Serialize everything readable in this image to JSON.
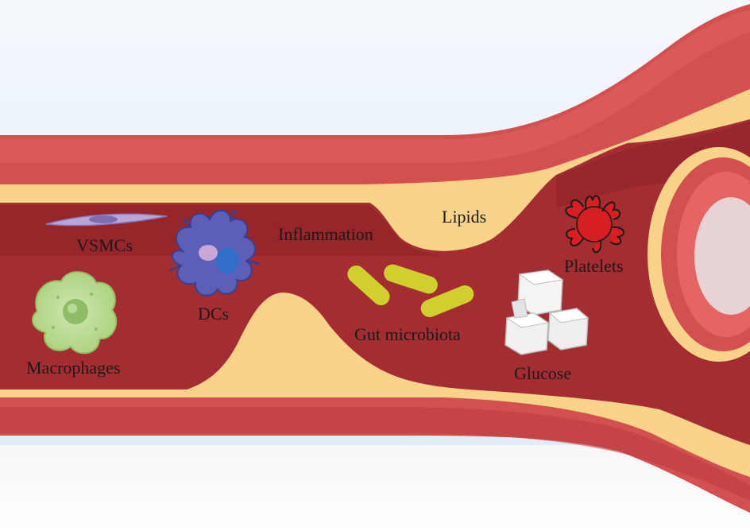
{
  "labels": {
    "vsmcs": "VSMCs",
    "inflammation": "Inflammation",
    "lipids": "Lipids",
    "platelets": "Platelets",
    "dcs": "DCs",
    "gut_microbiota": "Gut microbiota",
    "macrophages": "Macrophages",
    "glucose": "Glucose"
  },
  "icons": [
    "vsmc-cell-icon",
    "dendritic-cell-icon",
    "macrophage-icon",
    "gut-bacteria-icon",
    "glucose-cubes-icon",
    "platelet-icon"
  ],
  "colors": {
    "background_top": "#e4eff8",
    "vessel_wall": "#d44f4f",
    "wall_highlight": "#e56565",
    "lumen": "#a42d32",
    "lumen_dark": "#8c2127",
    "plaque": "#f9d38a",
    "platelet": "#d81e22",
    "dc": "#4a4fa6",
    "macrophage": "#b6d98c",
    "bacteria": "#cfcf2e",
    "vsmc": "#8a7ab8",
    "glucose": "#f2f2f2"
  }
}
